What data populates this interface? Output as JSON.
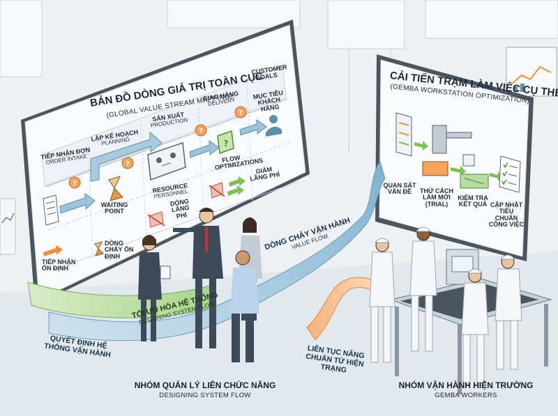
{
  "left_board": {
    "title": "BẢN ĐỒ DÒNG GIÁ TRỊ TOÀN CỤC",
    "subtitle": "(GLOBAL VALUE STREAM MAPPING)",
    "stages": [
      {
        "vn": "TIẾP NHẬN ĐƠN",
        "en": "ORDER INTAKE"
      },
      {
        "vn": "LẬP KẾ HOẠCH",
        "en": "PLANNING"
      },
      {
        "vn": "SẢN XUẤT",
        "en": "PRODUCTION"
      },
      {
        "vn": "GIAO HÀNG",
        "en": "DELIVERY"
      },
      {
        "vn": "CUSTOMER GOALS",
        "en": ""
      }
    ],
    "goal_label": "MỤC TIÊU KHÁCH HÀNG",
    "waiting_label": "WAITING POINT",
    "resource_vn": "RESOURCE",
    "resource_en": "PERSONNEL",
    "flow_opt_label": "FLOW OPTIMIZATIONS",
    "waste_label": "GIẢM LÃNG PHÍ",
    "waste_icon_label": "DÒNG LÃNG PHÍ",
    "legend": [
      {
        "label": "TIẾP NHẬN ỔN ĐỊNH"
      },
      {
        "label": "DÒNG CHẢY ỔN ĐỊNH"
      }
    ]
  },
  "right_board": {
    "title": "CẢI TIẾN TRẠM LÀM VIỆC CỤ THỂ",
    "subtitle": "(GEMBA WORKSTATION OPTIMIZATION)",
    "steps": [
      {
        "label": "QUAN SÁT VẤN ĐỀ"
      },
      {
        "label": "THỬ CÁCH LÀM MỚI (TRIAL)"
      },
      {
        "label": "KIỂM TRA KẾT QUẢ"
      },
      {
        "label": "CẬP NHẬT TIÊU CHUẨN CÔNG VIỆC"
      }
    ]
  },
  "flows": {
    "value_flow_vn": "DÒNG CHẢY VẬN HÀNH",
    "value_flow_en": "VALUE FLOW",
    "design_flow_vn": "TỐI ƯU HÓA HỆ THỐNG",
    "design_flow_en": "DESIGNING SYSTEM FLOW",
    "decision_vn": "QUYẾT ĐỊNH HỆ THỐNG VẬN HÀNH",
    "continuous_vn": "LIÊN TỤC NÂNG CHUẨN TỪ HIỆN TRẠNG"
  },
  "captions": {
    "managers_vn": "NHÓM QUẢN LÝ LIÊN CHỨC NĂNG",
    "managers_en": "DESIGNING SYSTEM FLOW",
    "workers_vn": "NHÓM VẬN HÀNH HIỆN TRƯỜNG",
    "workers_en": "GEMBA WORKERS"
  },
  "colors": {
    "orange": "#f0913a",
    "teal": "#5a8fa8",
    "green": "#7fbf5a",
    "board_bg": "#fafbfc",
    "wall": "#e6eaee"
  }
}
